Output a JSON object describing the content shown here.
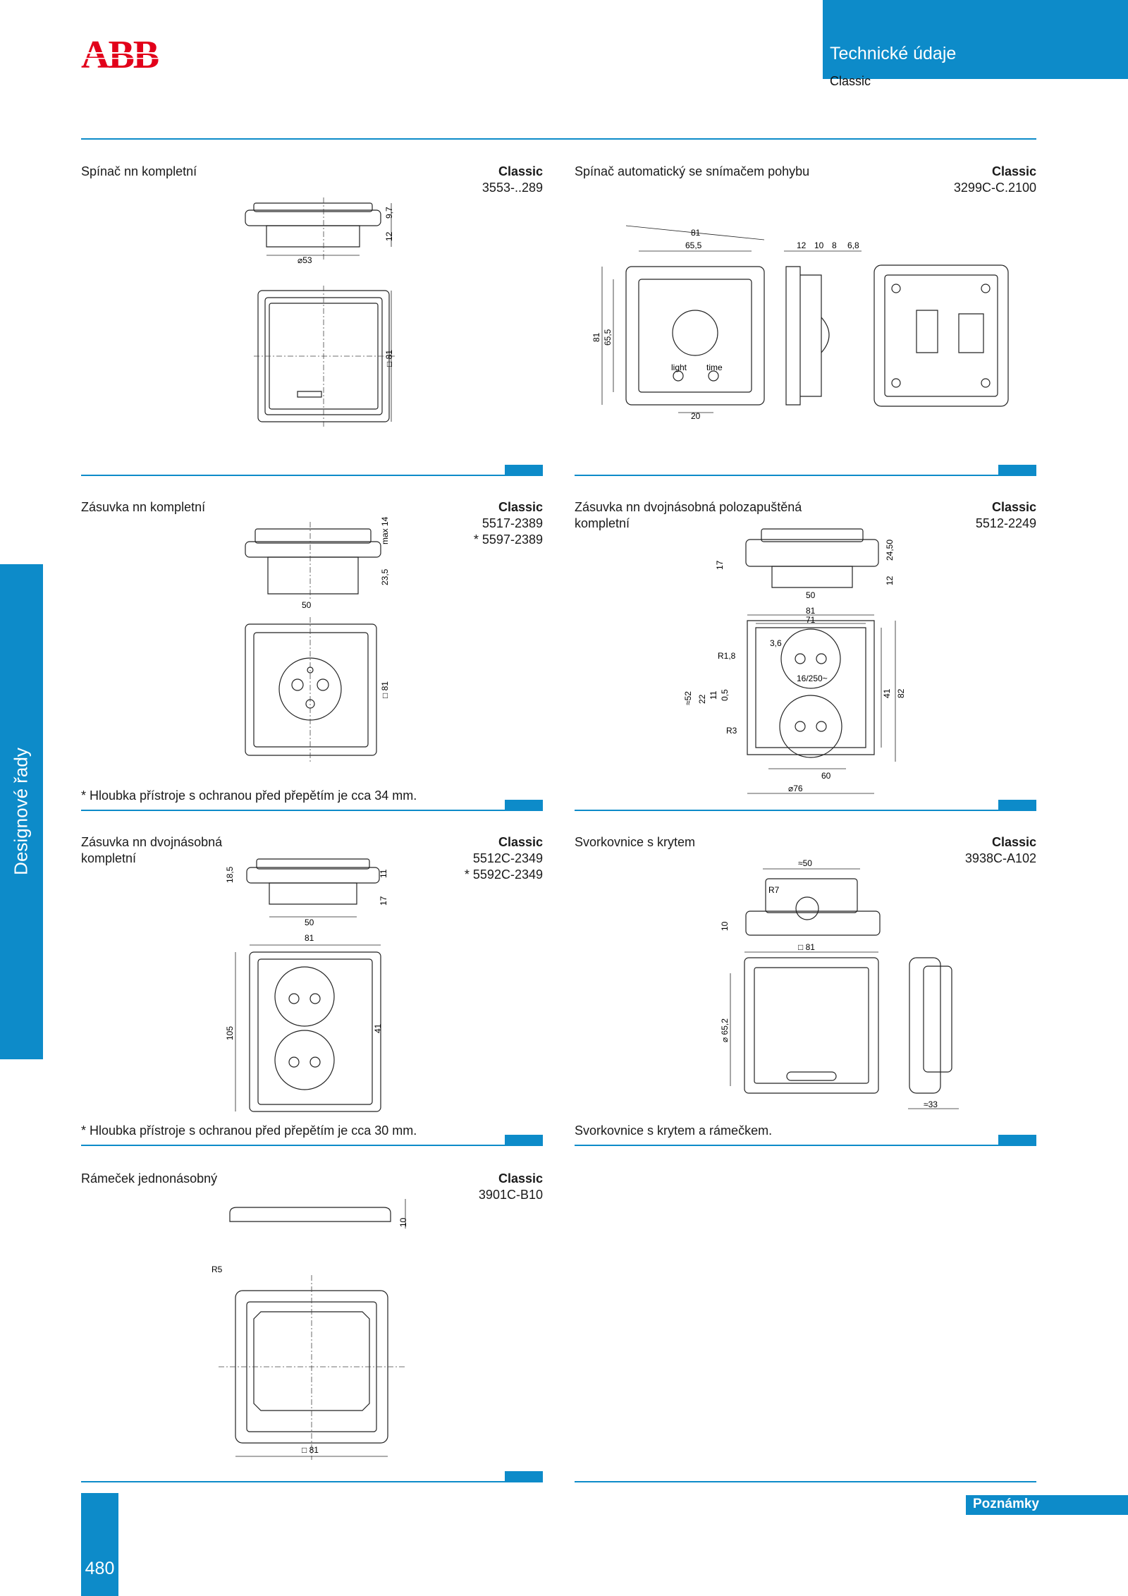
{
  "header": {
    "brand": "ABB",
    "title": "Technické údaje",
    "subtitle": "Classic"
  },
  "sidebar": {
    "label": "Designové řady"
  },
  "colors": {
    "accent": "#0d8bc9",
    "brand_red": "#e2001a"
  },
  "products": [
    {
      "title": "Spínač nn kompletní",
      "series": "Classic",
      "codes": [
        "3553-..289"
      ],
      "dims": [
        "9,7",
        "12",
        "⌀53",
        "□ 81"
      ]
    },
    {
      "title": "Spínač automatický se snímačem pohybu",
      "series": "Classic",
      "codes": [
        "3299C-C.2100"
      ],
      "dims": [
        "81",
        "65,5",
        "12",
        "10",
        "8",
        "6,8",
        "81",
        "65,5",
        "20"
      ],
      "labels": [
        "light",
        "time"
      ]
    },
    {
      "title": "Zásuvka nn kompletní",
      "series": "Classic",
      "codes": [
        "5517-2389",
        "* 5597-2389"
      ],
      "dims": [
        "max 14",
        "23,5",
        "50",
        "□ 81"
      ],
      "note": "* Hloubka přístroje s ochranou před přepětím je cca 34 mm."
    },
    {
      "title": "Zásuvka nn dvojnásobná polozapuštěná kompletní",
      "series": "Classic",
      "codes": [
        "5512-2249"
      ],
      "dims": [
        "17",
        "24,50",
        "12",
        "50",
        "81",
        "71",
        "R1,8",
        "3,6",
        "16/250~",
        "≈52",
        "22",
        "11",
        "0,5",
        "R3",
        "60",
        "⌀76",
        "41",
        "82"
      ]
    },
    {
      "title": "Zásuvka nn dvojnásobná kompletní",
      "series": "Classic",
      "codes": [
        "5512C-2349",
        "* 5592C-2349"
      ],
      "dims": [
        "18,5",
        "11",
        "17",
        "50",
        "81",
        "105",
        "41"
      ],
      "note": "* Hloubka přístroje s ochranou před přepětím je cca 30 mm."
    },
    {
      "title": "Svorkovnice s krytem",
      "series": "Classic",
      "codes": [
        "3938C-A102"
      ],
      "dims": [
        "≈50",
        "R7",
        "10",
        "□ 81",
        "⌀ 65,2",
        "≈33"
      ],
      "note": "Svorkovnice s krytem a rámečkem."
    },
    {
      "title": "Rámeček jednonásobný",
      "series": "Classic",
      "codes": [
        "3901C-B10"
      ],
      "dims": [
        "10",
        "R5",
        "□ 81"
      ]
    }
  ],
  "footer": {
    "page_number": "480",
    "notes_label": "Poznámky"
  }
}
